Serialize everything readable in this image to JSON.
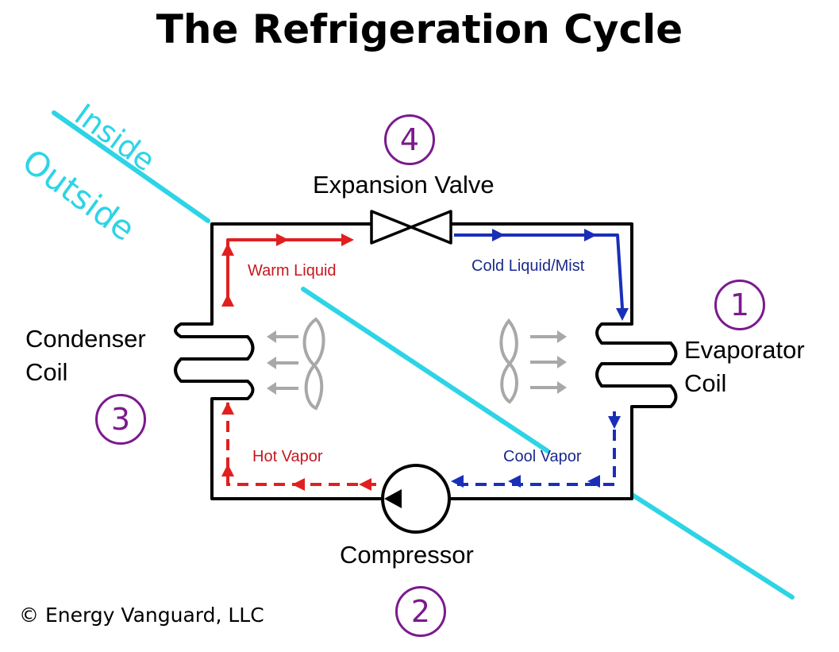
{
  "title": "The Refrigeration Cycle",
  "zones": {
    "inside": "Inside",
    "outside": "Outside"
  },
  "components": {
    "expansion_valve": "Expansion Valve",
    "condenser": [
      "Condenser",
      "Coil"
    ],
    "evaporator": [
      "Evaporator",
      "Coil"
    ],
    "compressor": "Compressor"
  },
  "flows": {
    "warm_liquid": "Warm Liquid",
    "cold_liquid": "Cold Liquid/Mist",
    "hot_vapor": "Hot Vapor",
    "cool_vapor": "Cool Vapor"
  },
  "steps": {
    "evaporator": "1",
    "compressor": "2",
    "condenser": "3",
    "expansion": "4"
  },
  "copyright": "© Energy Vanguard, LLC",
  "colors": {
    "hot": "#e02020",
    "cold": "#1a2fb8",
    "boundary": "#2dd4e6",
    "step": "#7b1a8e",
    "fan": "#a8a8a8"
  }
}
